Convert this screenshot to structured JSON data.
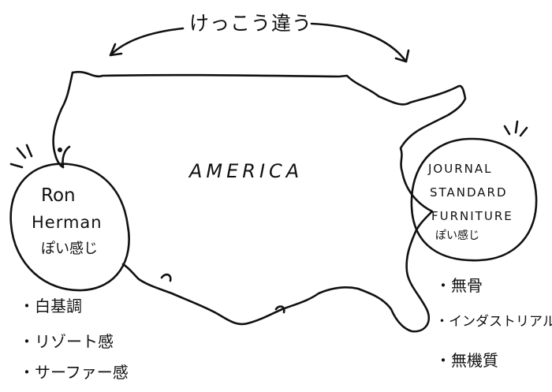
{
  "top_label": "けっこう違う",
  "country_label": "AMERICA",
  "west_circle": {
    "line1": "Ron",
    "line2": "Herman",
    "line3": "ぽい感じ"
  },
  "east_circle": {
    "line1": "JOURNAL",
    "line2": "STANDARD",
    "line3": "FURNITURE",
    "line4": "ぽい感じ"
  },
  "west_list": [
    "・白基調",
    "・リゾート感",
    "・サーファー感"
  ],
  "east_list": [
    "・無骨",
    "・インダストリアル",
    "・無機質"
  ],
  "colors": {
    "ink": "#111111",
    "paper": "#ffffff"
  }
}
